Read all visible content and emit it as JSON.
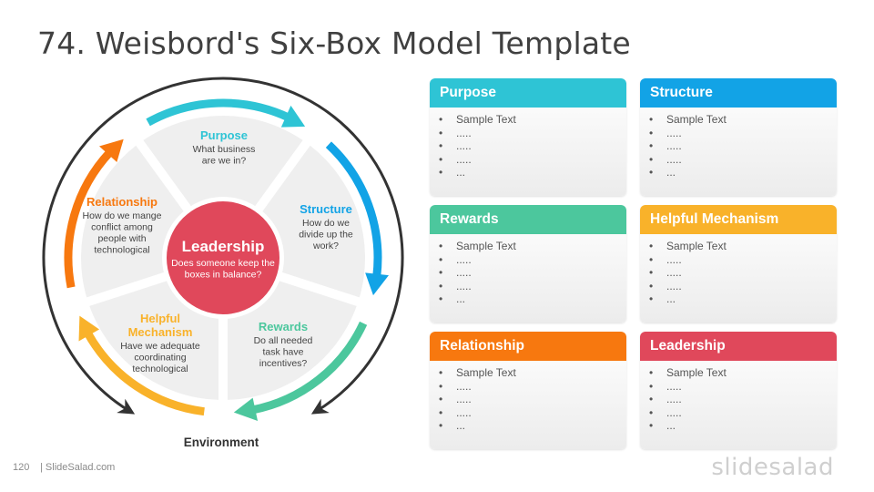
{
  "title": "74. Weisbord's Six-Box Model Template",
  "diagram": {
    "center": {
      "title": "Leadership",
      "text": [
        "Does someone keep the",
        "boxes in balance?"
      ],
      "color": "#e0485b"
    },
    "segments": [
      {
        "key": "purpose",
        "title": [
          "Purpose"
        ],
        "text": [
          "What business",
          "are we in?"
        ],
        "color": "#2ec4d5"
      },
      {
        "key": "structure",
        "title": [
          "Structure"
        ],
        "text": [
          "How do we",
          "divide up the",
          "work?"
        ],
        "color": "#12a3e6"
      },
      {
        "key": "rewards",
        "title": [
          "Rewards"
        ],
        "text": [
          "Do all needed",
          "task have",
          "incentives?"
        ],
        "color": "#4cc79d"
      },
      {
        "key": "helpful",
        "title": [
          "Helpful",
          "Mechanism"
        ],
        "text": [
          "Have we adequate",
          "coordinating",
          "technological"
        ],
        "color": "#f9b22a"
      },
      {
        "key": "relationship",
        "title": [
          "Relationship"
        ],
        "text": [
          "How do we mange",
          "conflict among",
          "people with",
          "technological"
        ],
        "color": "#f7780f"
      }
    ],
    "environment_label": "Environment",
    "arrow_color": "#333333"
  },
  "cards": [
    {
      "title": "Purpose",
      "color": "#2ec4d5",
      "items": [
        "Sample Text",
        ".....",
        ".....",
        ".....",
        "..."
      ]
    },
    {
      "title": "Structure",
      "color": "#12a3e6",
      "items": [
        "Sample Text",
        ".....",
        ".....",
        ".....",
        "..."
      ]
    },
    {
      "title": "Rewards",
      "color": "#4cc79d",
      "items": [
        "Sample Text",
        ".....",
        ".....",
        ".....",
        "..."
      ]
    },
    {
      "title": "Helpful Mechanism",
      "color": "#f9b22a",
      "items": [
        "Sample Text",
        ".....",
        ".....",
        ".....",
        "..."
      ]
    },
    {
      "title": "Relationship",
      "color": "#f7780f",
      "items": [
        "Sample Text",
        ".....",
        ".....",
        ".....",
        "..."
      ]
    },
    {
      "title": "Leadership",
      "color": "#e0485b",
      "items": [
        "Sample Text",
        ".....",
        ".....",
        ".....",
        "..."
      ]
    }
  ],
  "footer": {
    "page_number": "120",
    "site": "| SlideSalad.com",
    "brand": "slidesalad"
  }
}
